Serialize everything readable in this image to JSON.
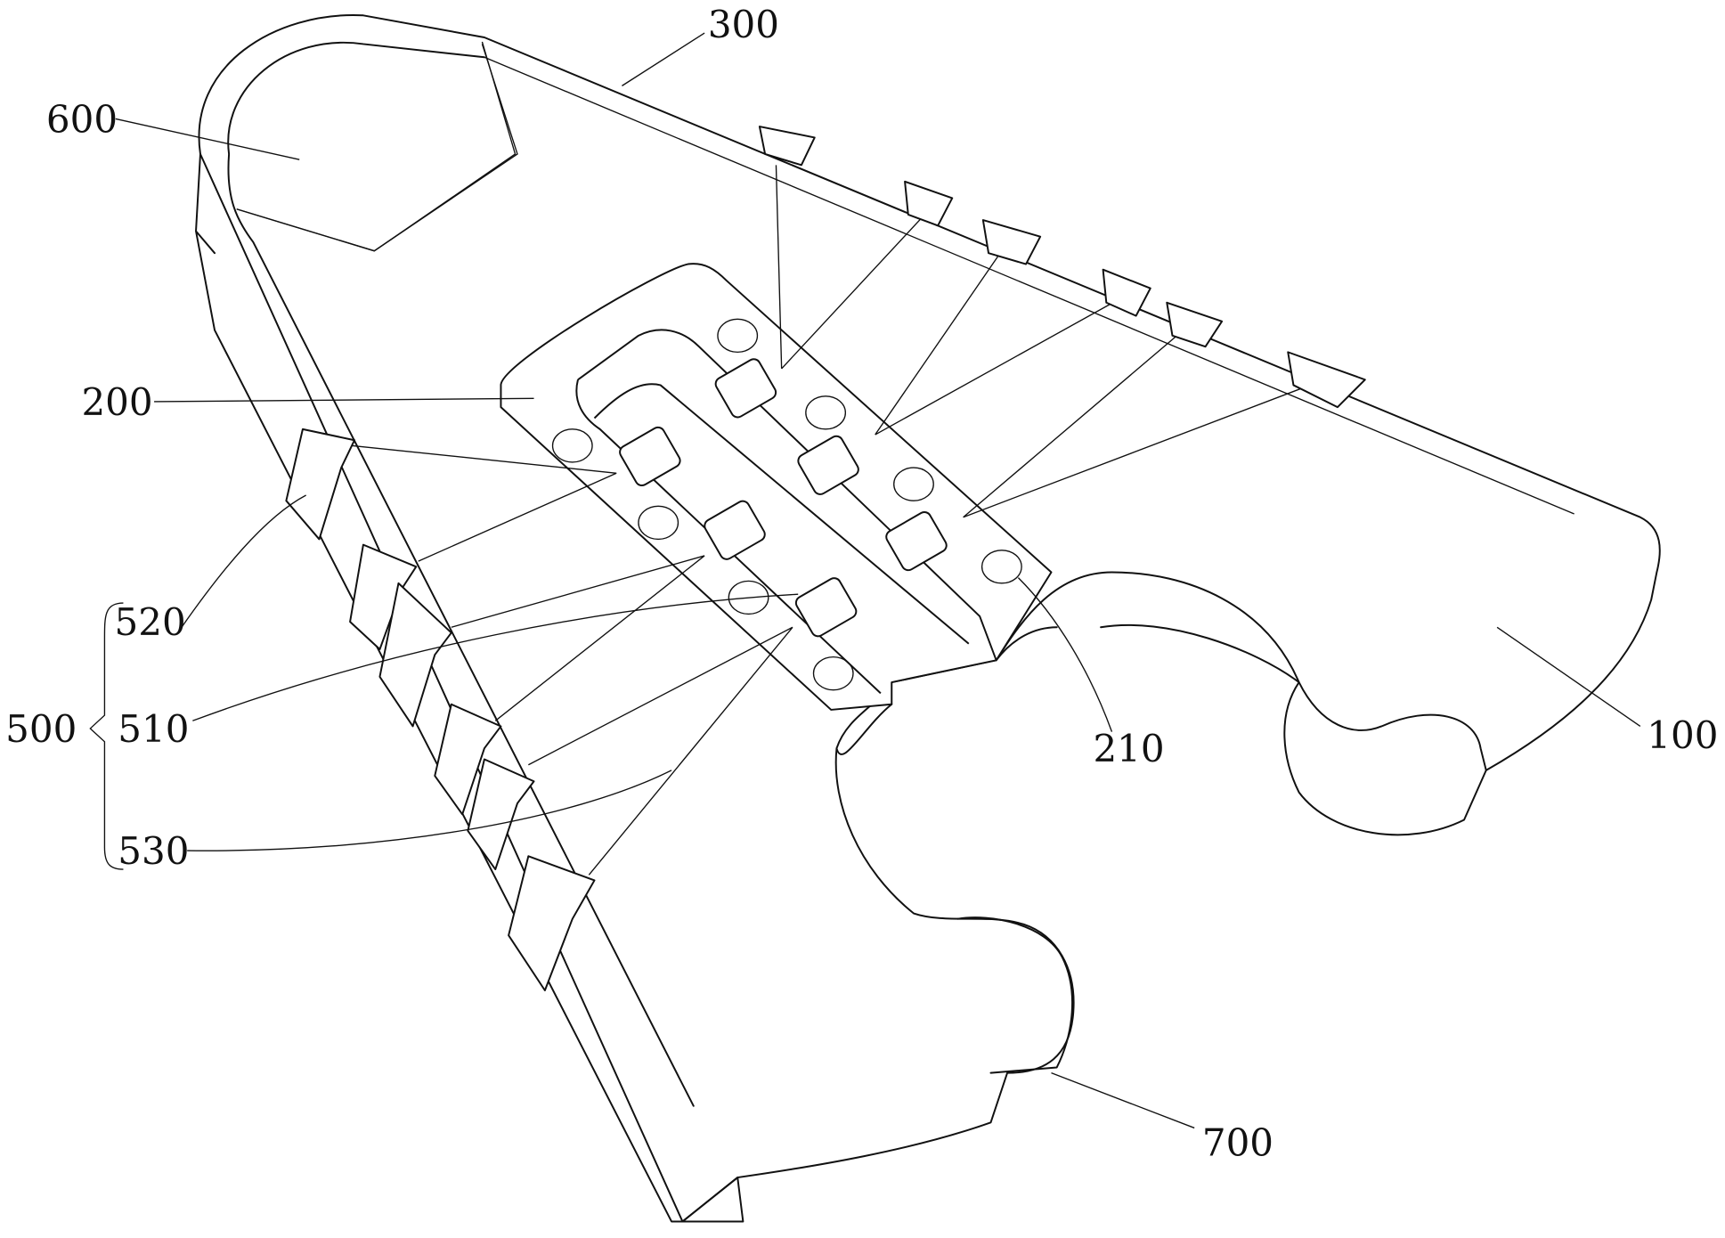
{
  "figure": {
    "labels": {
      "l300": "300",
      "l600": "600",
      "l200": "200",
      "l520": "520",
      "l500": "500",
      "l510": "510",
      "l530": "530",
      "l210": "210",
      "l100": "100",
      "l700": "700"
    }
  }
}
